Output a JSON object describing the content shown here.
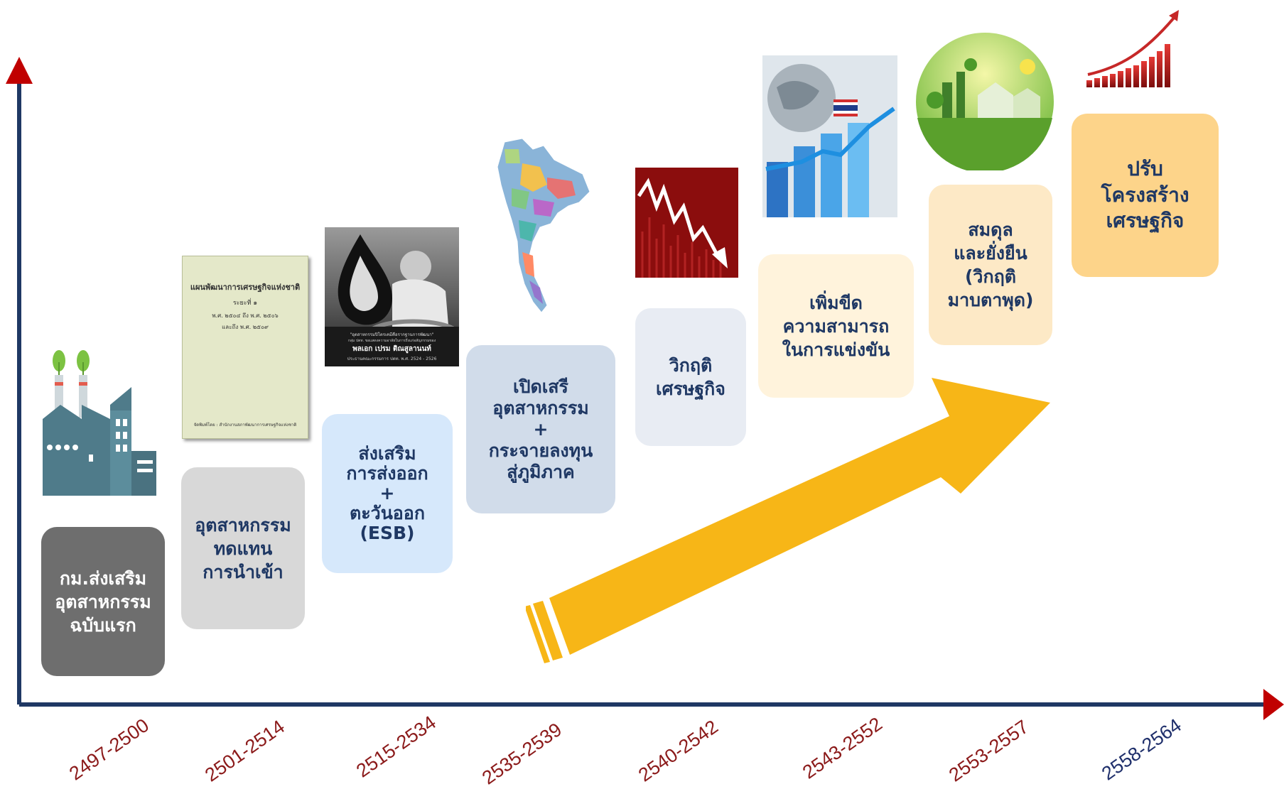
{
  "periods": [
    {
      "label": "2497-2500",
      "color": "#8b1a1a"
    },
    {
      "label": "2501-2514",
      "color": "#8b1a1a"
    },
    {
      "label": "2515-2534",
      "color": "#8b1a1a"
    },
    {
      "label": "2535-2539",
      "color": "#8b1a1a"
    },
    {
      "label": "2540-2542",
      "color": "#8b1a1a"
    },
    {
      "label": "2543-2552",
      "color": "#8b1a1a"
    },
    {
      "label": "2553-2557",
      "color": "#8b1a1a"
    },
    {
      "label": "2558-2564",
      "color": "#1f2f6b"
    }
  ],
  "stages": [
    {
      "text": "กม.ส่งเสริม\nอุตสาหกรรม\nฉบับแรก",
      "bg": "#6e6e6e",
      "fg": "#ffffff"
    },
    {
      "text": "อุตสาหกรรม\nทดแทน\nการนำเข้า",
      "bg": "#d8d8d8",
      "fg": "#1f3864"
    },
    {
      "text": "ส่งเสริม\nการส่งออก\n+\nตะวันออก\n(ESB)",
      "bg": "#d6e8fb",
      "fg": "#1f3864"
    },
    {
      "text": "เปิดเสรี\nอุตสาหกรรม\n+\nกระจายลงทุน\nสู่ภูมิภาค",
      "bg": "#d1dcea",
      "fg": "#1f3864"
    },
    {
      "text": "วิกฤติ\nเศรษฐกิจ",
      "bg": "#e8ecf3",
      "fg": "#1f3864"
    },
    {
      "text": "เพิ่มขีด\nความสามารถ\nในการแข่งขัน",
      "bg": "#fff3dc",
      "fg": "#1f3864"
    },
    {
      "text": "สมดุล\nและยั่งยืน\n(วิกฤติ\nมาบตาพุด)",
      "bg": "#fde9c6",
      "fg": "#1f3864"
    },
    {
      "text": "ปรับ\nโครงสร้าง\nเศรษฐกิจ",
      "bg": "#fdd48a",
      "fg": "#1f3864"
    }
  ],
  "plan_doc": {
    "title": "แผนพัฒนาการเศรษฐกิจแห่งชาติ",
    "line2": "ระยะที่ ๑",
    "line3": "พ.ศ. ๒๕๐๔ ถึง พ.ศ. ๒๕๐๖",
    "line4": "และถึง พ.ศ. ๒๕๐๙",
    "footer": "จัดพิมพ์โดย : สำนักงานสภาพัฒนาการเศรษฐกิจแห่งชาติ"
  },
  "portrait_caption": {
    "quote": "\"อุตสาหกรรมปิโตรเคมีคือรากฐานการพัฒนา\"",
    "org": "กลุ่ม ปตท. ขอแสดงความอาลัยในการถึงแก่อสัญกรรมของ",
    "name": "พลเอก เปรม ติณสูลานนท์",
    "role": "ประธานคณะกรรมการ ปตท. พ.ศ. 2524 - 2526"
  },
  "colors": {
    "axis": "#1f3864",
    "axis_arrow": "#c00000",
    "big_arrow": "#f7b617"
  },
  "icons": [
    "factory-icon",
    "plan-document-image",
    "leader-portrait-image",
    "thailand-map-image",
    "crisis-chart-image",
    "global-growth-image",
    "green-city-image",
    "growth-bars-icon",
    "big-trend-arrow"
  ]
}
